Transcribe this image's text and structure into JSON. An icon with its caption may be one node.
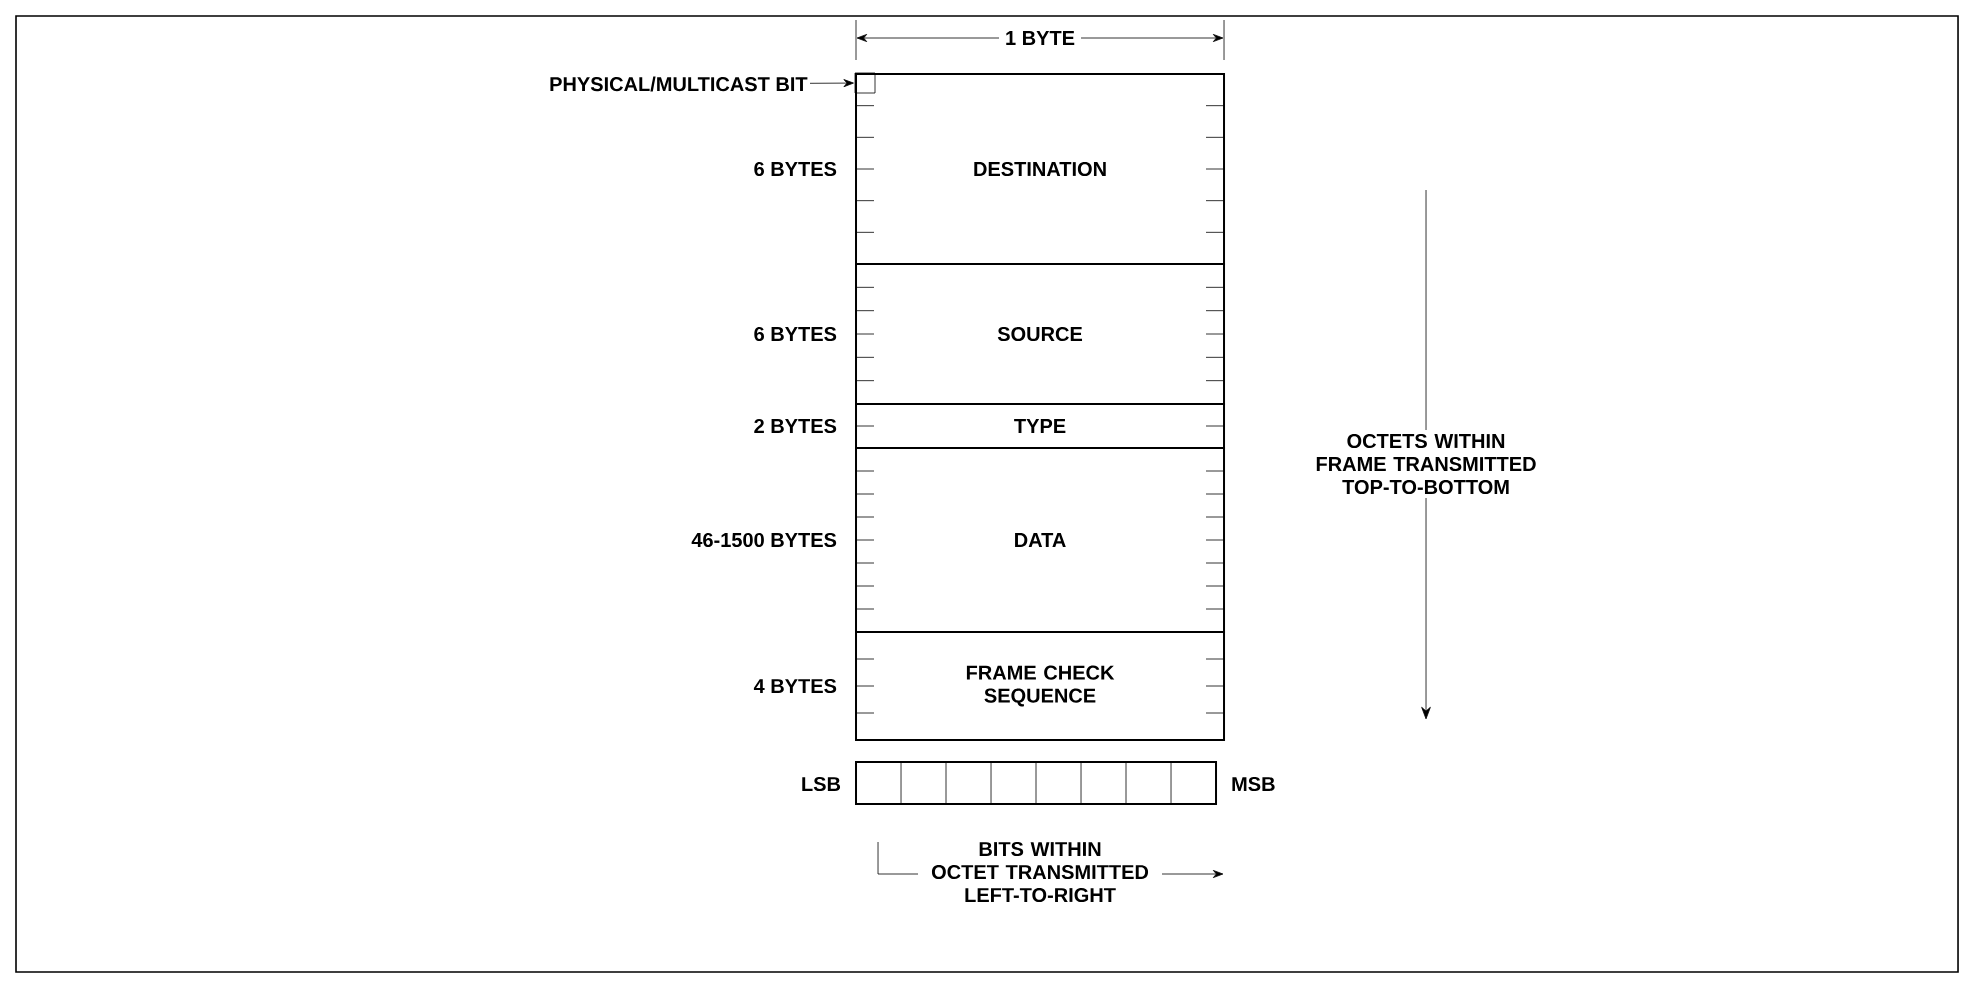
{
  "diagram": {
    "nodes": [
      {
        "text": [
          "DESTINATION"
        ],
        "beside": [
          "6 BYTES"
        ]
      },
      {
        "text": [
          "SOURCE"
        ],
        "beside": [
          "6 BYTES"
        ]
      },
      {
        "text": [
          "TYPE"
        ],
        "beside": [
          "2 BYTES"
        ]
      },
      {
        "text": [
          "DATA"
        ],
        "beside": [
          "46-1500 BYTES"
        ]
      },
      {
        "text": [
          "FRAME CHECK SEQUENCE"
        ],
        "beside": [
          "4 BYTES"
        ]
      },
      {
        "text": [
          "PHYSICAL/MULTICAST BIT"
        ]
      },
      {
        "text": [],
        "shape": "box",
        "in": 0
      }
    ],
    "edges": [
      {
        "from": 5,
        "to": 6,
        "arrow": "to"
      }
    ],
    "labels": [
      "1 BYTE",
      "OCTETS WITHIN FRAME TRANSMITTED TOP-TO-BOTTOM",
      "LSB",
      "MSB",
      "BITS WITHIN OCTET TRANSMITTED LEFT-TO-RIGHT"
    ]
  }
}
